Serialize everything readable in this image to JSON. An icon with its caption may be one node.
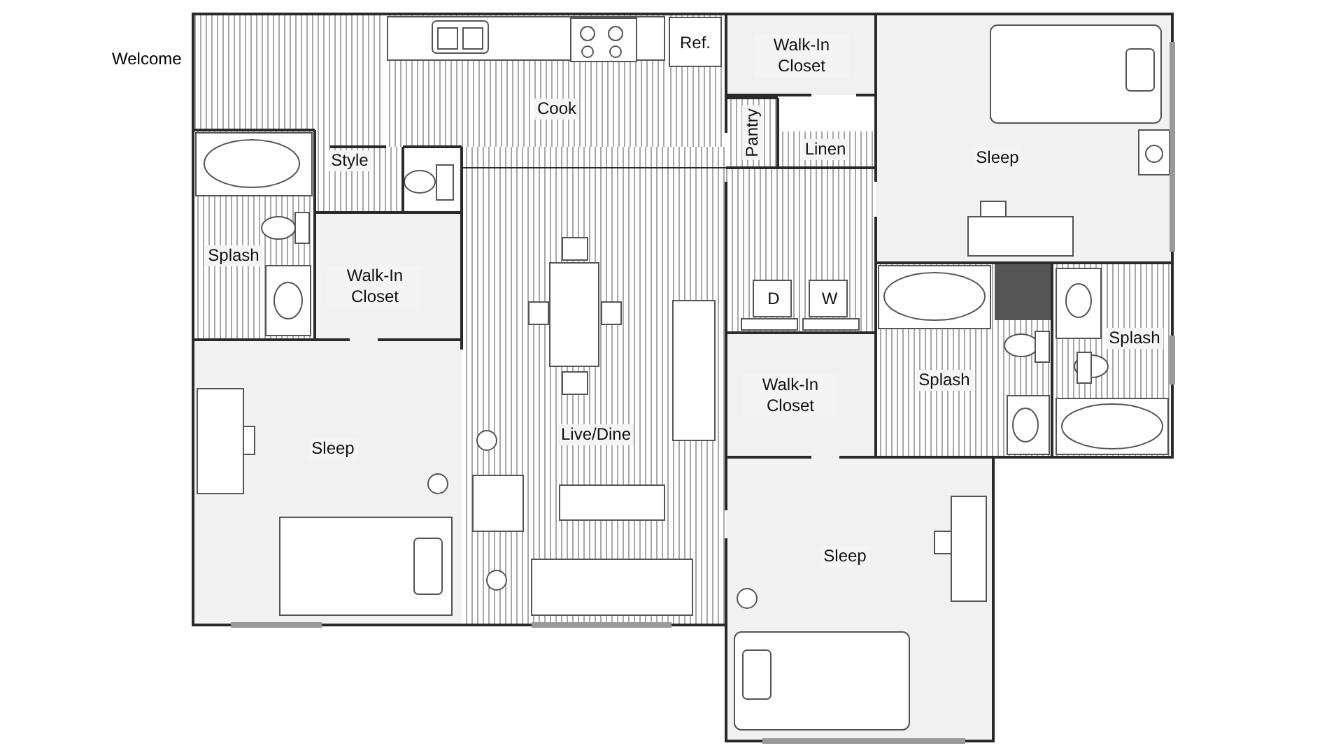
{
  "diagram": {
    "nodes": [
      {
        "text": [
          "Cook"
        ]
      },
      {
        "text": [
          "Ref."
        ]
      },
      {
        "text": [
          "Walk-In Closet"
        ]
      },
      {
        "text": [
          "Pantry"
        ]
      },
      {
        "text": [
          "Linen"
        ]
      },
      {
        "text": [
          "Style"
        ]
      },
      {
        "text": [
          "Sleep"
        ]
      },
      {
        "text": [
          "Splash"
        ]
      },
      {
        "text": [
          "Walk-In Closet"
        ]
      },
      {
        "text": [
          "D"
        ]
      },
      {
        "text": [
          "W"
        ]
      },
      {
        "text": [
          "Splash"
        ]
      },
      {
        "text": [
          "Splash"
        ]
      },
      {
        "text": [
          "Walk-In Closet"
        ]
      },
      {
        "text": [
          "Live/Dine"
        ]
      },
      {
        "text": [
          "Sleep"
        ]
      },
      {
        "text": [
          "Sleep"
        ]
      }
    ],
    "labels": [
      "Welcome"
    ]
  }
}
